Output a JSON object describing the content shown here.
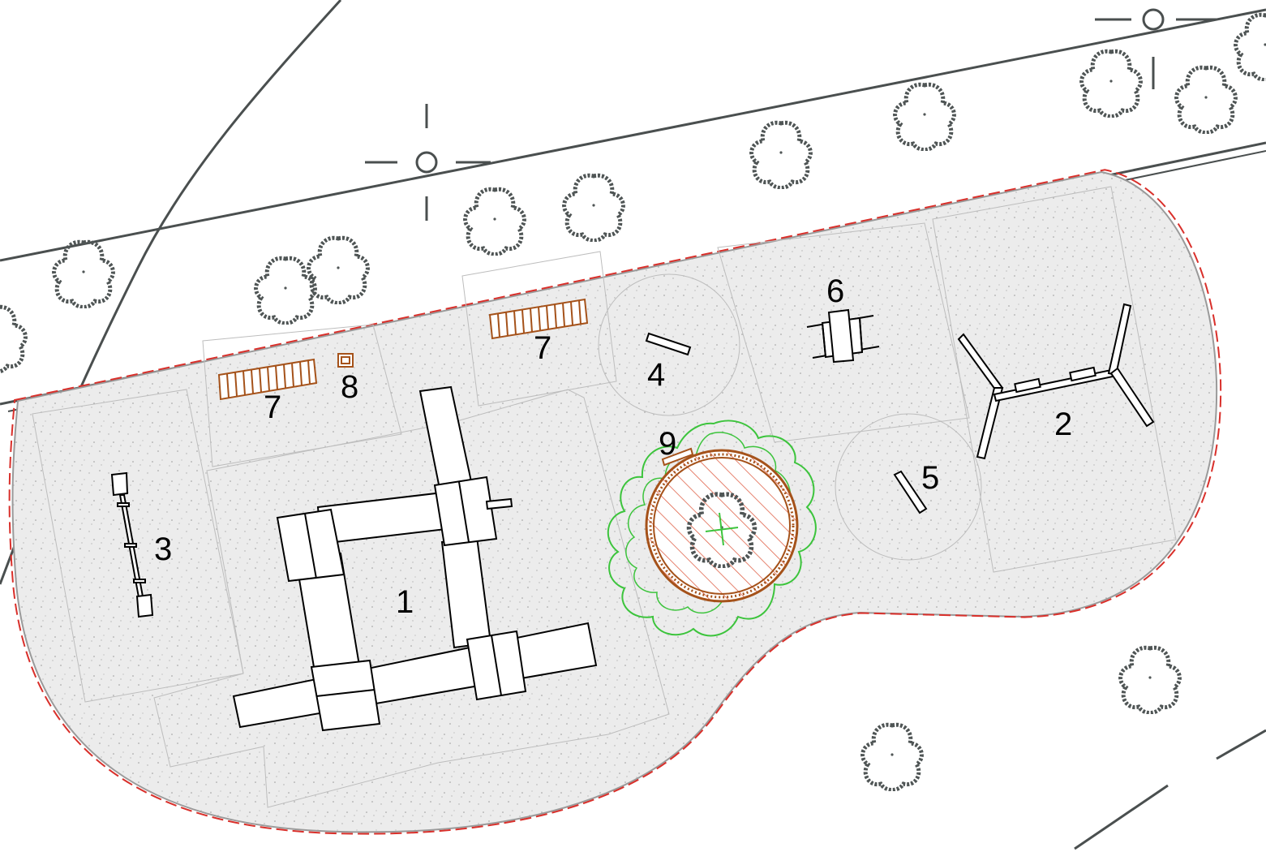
{
  "labels": {
    "climbing_frame": "1",
    "swing_tripod": "2",
    "balance_beam": "3",
    "spring_rider_a": "4",
    "spring_rider_b": "5",
    "seesaw": "6",
    "bench_left": "7",
    "bench_right": "7",
    "bin": "8",
    "tree_bench": "9"
  },
  "colors": {
    "surface": "#ebebeb",
    "outline_red": "#d9302b",
    "furniture_brown": "#a5521a",
    "foliage_green": "#3cc43c",
    "existing_lines": "#4a4f4f"
  }
}
